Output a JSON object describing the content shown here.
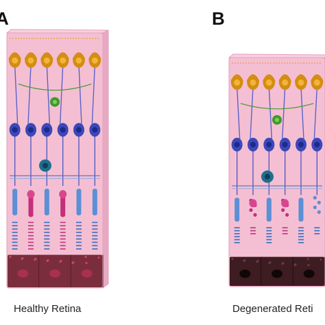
{
  "panels": [
    {
      "letter": "A",
      "caption": "Healthy Retina"
    },
    {
      "letter": "B",
      "caption": "Degenerated Reti"
    }
  ],
  "colors": {
    "tissue": "#f4bfd3",
    "tissue_edge": "#e59fbc",
    "tissue_side": "#e8a9c3",
    "ganglion": "#d48d12",
    "ganglion_nucleus": "#f2b43a",
    "amacrine": "#3f9a2c",
    "bipolar": "#3c47b8",
    "bipolar_nucleus": "#1c2a8a",
    "horizontal": "#1f6e8e",
    "rod": "#5b8fd6",
    "cone": "#c2317a",
    "rpe": "#7a2d3c",
    "rpe_degenerated": "#3d1c22"
  }
}
